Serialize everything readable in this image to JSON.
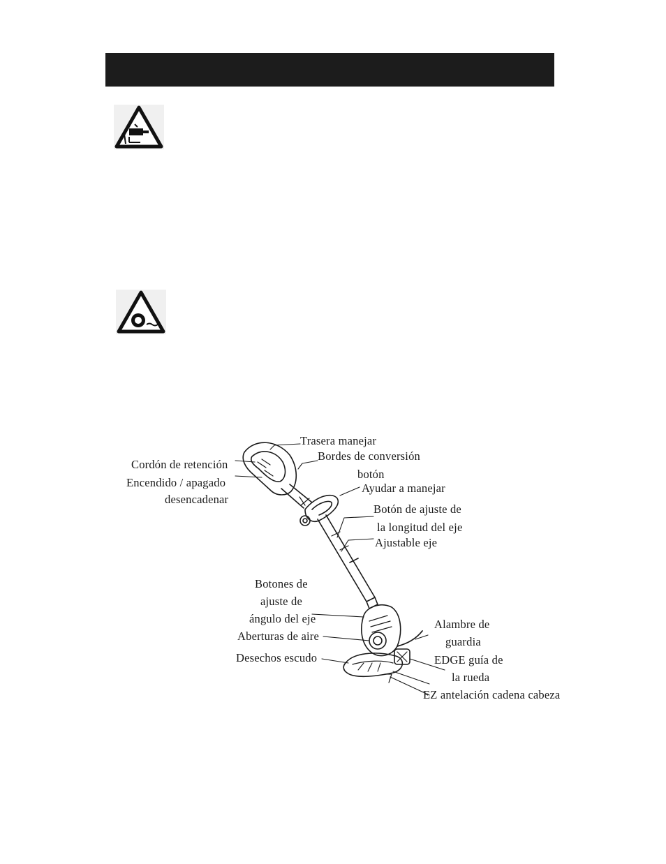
{
  "labels": {
    "trasera": "Trasera manejar",
    "bordes_1": "Bordes de conversión",
    "bordes_2": "botón",
    "cordon": "Cordón de retención",
    "encendido_1": "Encendido / apagado",
    "encendido_2": "desencadenar",
    "ayudar": "Ayudar a manejar",
    "boton_long_1": "Botón de ajuste de",
    "boton_long_2": "la longitud del eje",
    "ajustable": "Ajustable eje",
    "botones_ang_1": "Botones de",
    "botones_ang_2": "ajuste de",
    "botones_ang_3": "ángulo del eje",
    "aberturas": "Aberturas de aire",
    "desechos": "Desechos escudo",
    "alambre_1": "Alambre de",
    "alambre_2": "guardia",
    "edge_1": "EDGE guía de",
    "edge_2": "la rueda",
    "ez": "EZ antelación cadena cabeza"
  },
  "icons": {
    "warning_1": "electric-shock-warning-icon",
    "warning_2": "rotating-line-warning-icon"
  }
}
